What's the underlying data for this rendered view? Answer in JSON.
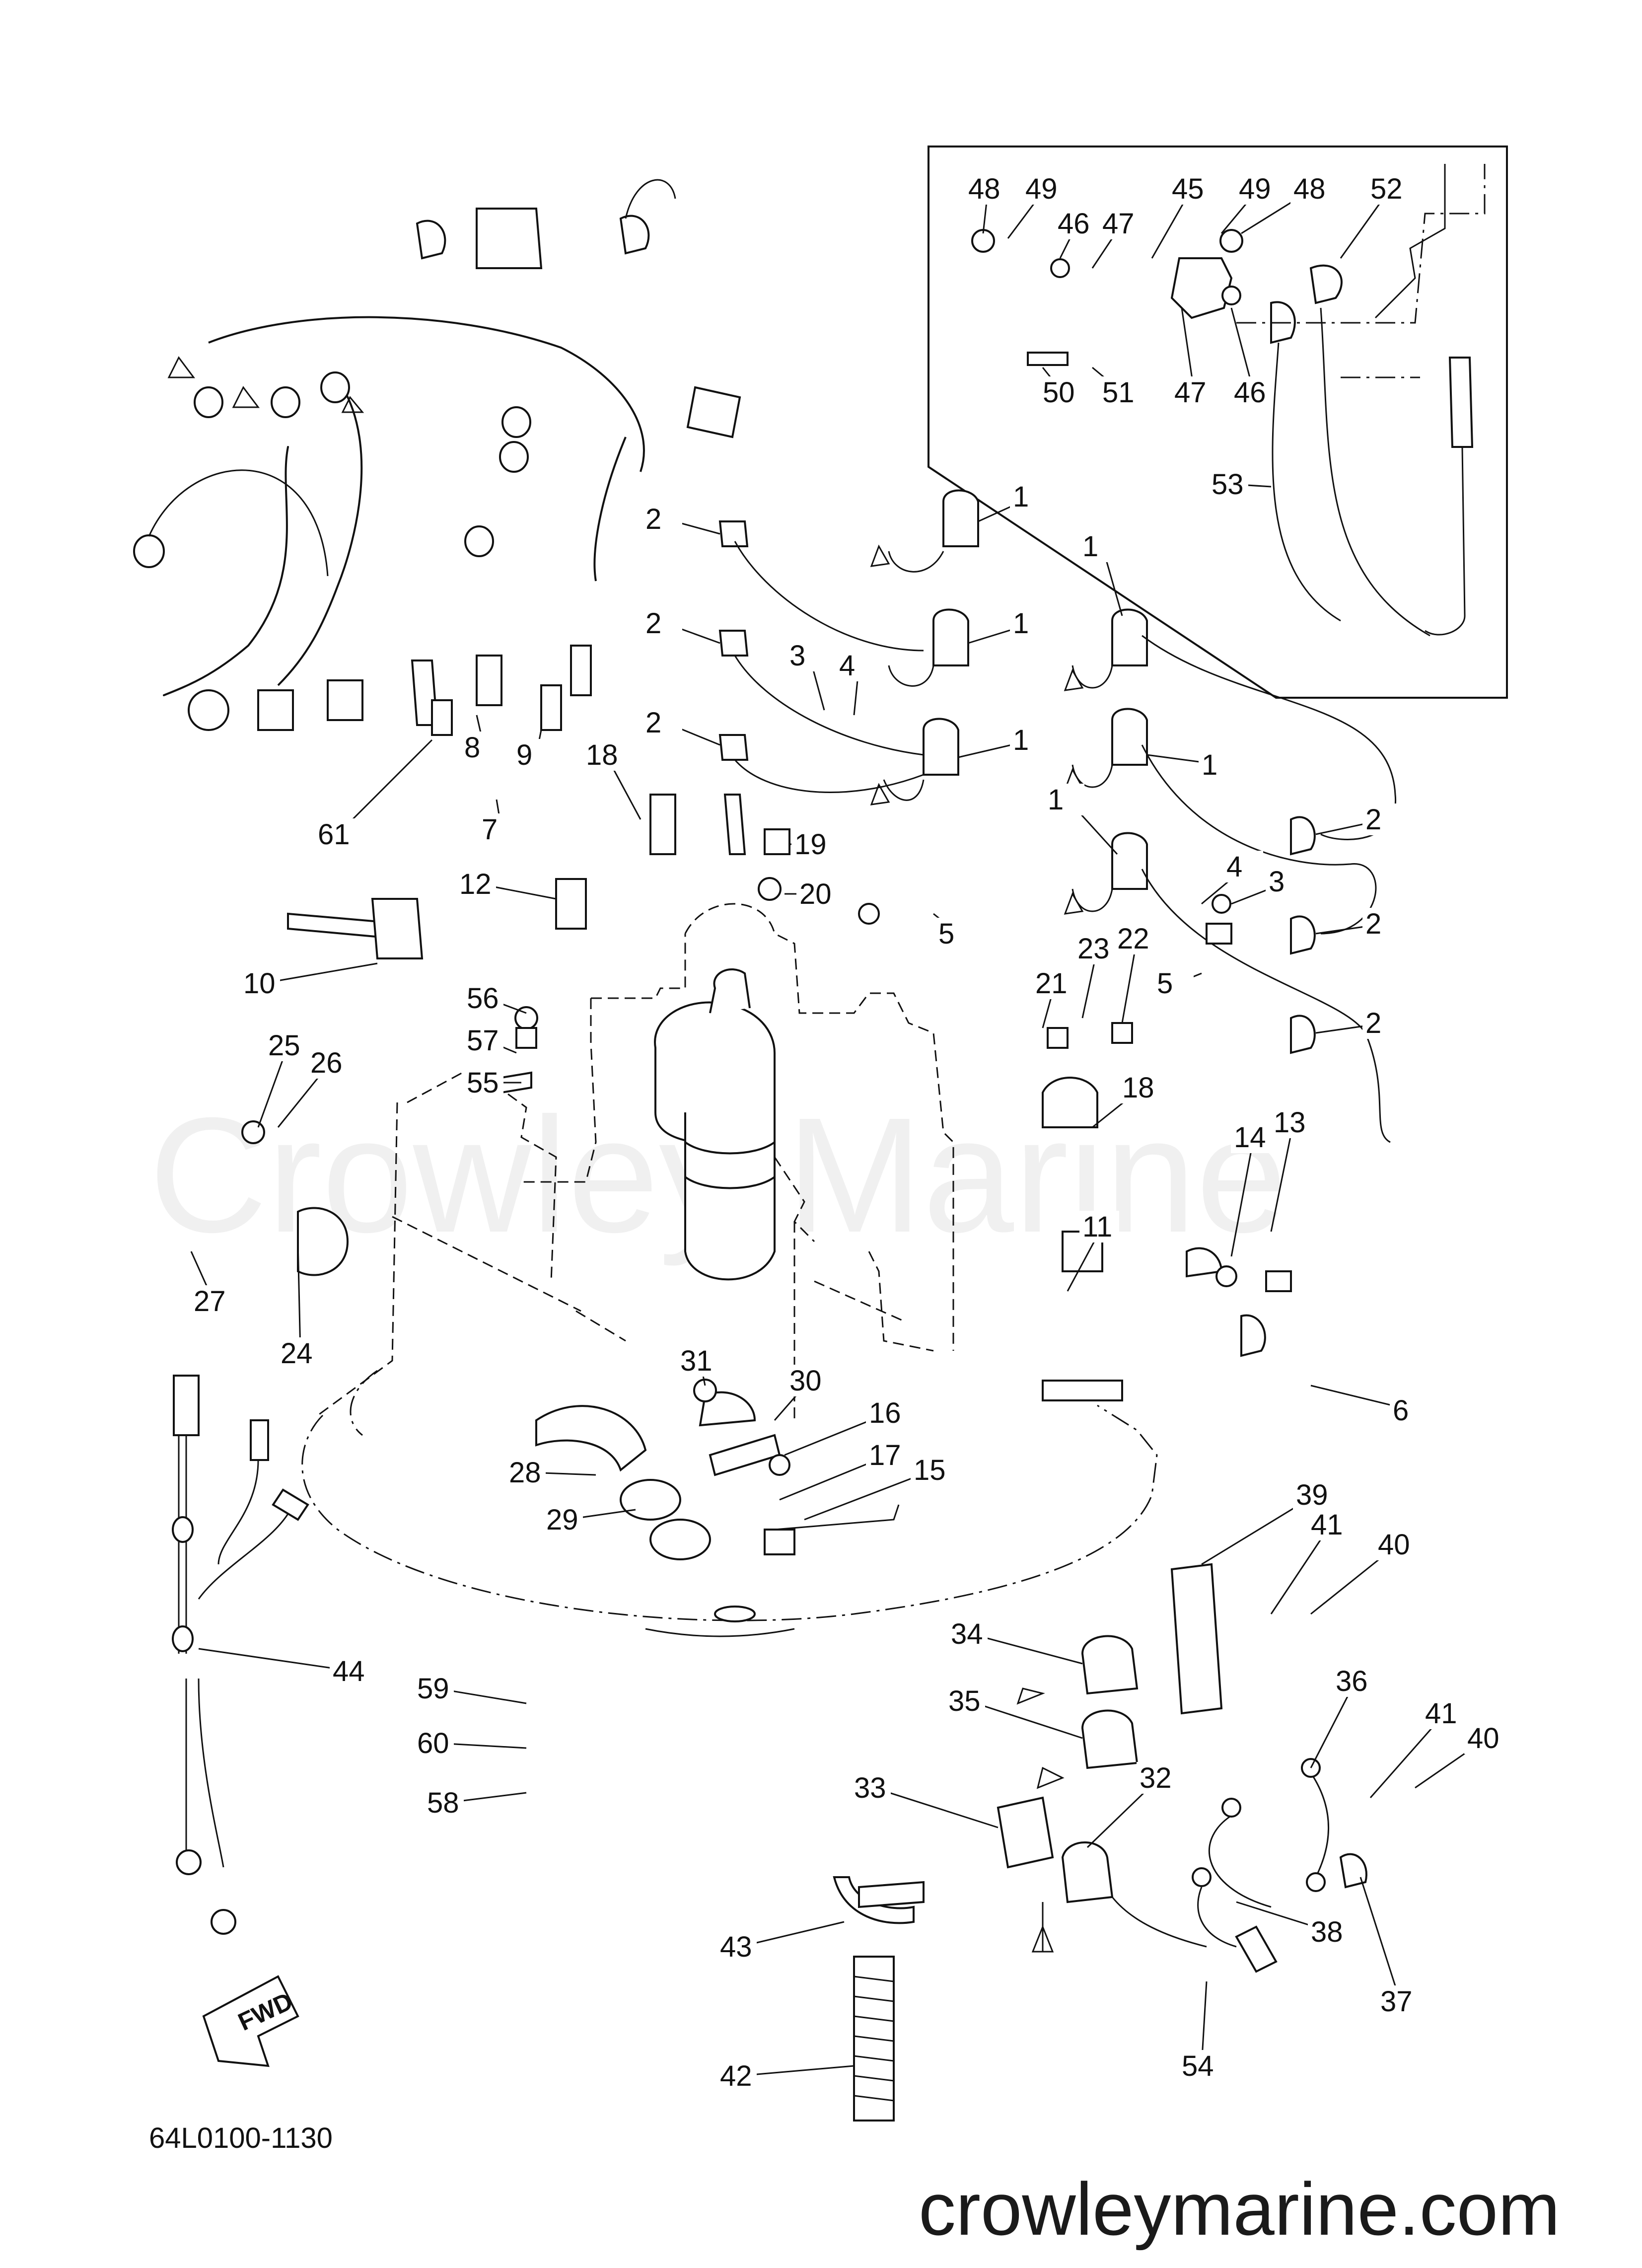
{
  "diagram": {
    "figure_code": "64L0100-1130",
    "watermark": "Crowley Marine",
    "site_url": "crowleymarine.com",
    "fwd_label": "FWD"
  },
  "callouts": [
    {
      "id": "c1a",
      "label": "1"
    },
    {
      "id": "c1b",
      "label": "1"
    },
    {
      "id": "c1c",
      "label": "1"
    },
    {
      "id": "c1d",
      "label": "1"
    },
    {
      "id": "c1e",
      "label": "1"
    },
    {
      "id": "c1f",
      "label": "1"
    },
    {
      "id": "c2a",
      "label": "2"
    },
    {
      "id": "c2b",
      "label": "2"
    },
    {
      "id": "c2c",
      "label": "2"
    },
    {
      "id": "c2d",
      "label": "2"
    },
    {
      "id": "c2e",
      "label": "2"
    },
    {
      "id": "c2f",
      "label": "2"
    },
    {
      "id": "c3a",
      "label": "3"
    },
    {
      "id": "c3b",
      "label": "3"
    },
    {
      "id": "c4a",
      "label": "4"
    },
    {
      "id": "c4b",
      "label": "4"
    },
    {
      "id": "c5a",
      "label": "5"
    },
    {
      "id": "c5b",
      "label": "5"
    },
    {
      "id": "c6",
      "label": "6"
    },
    {
      "id": "c7",
      "label": "7"
    },
    {
      "id": "c8",
      "label": "8"
    },
    {
      "id": "c9",
      "label": "9"
    },
    {
      "id": "c10",
      "label": "10"
    },
    {
      "id": "c11",
      "label": "11"
    },
    {
      "id": "c12",
      "label": "12"
    },
    {
      "id": "c13",
      "label": "13"
    },
    {
      "id": "c14",
      "label": "14"
    },
    {
      "id": "c15",
      "label": "15"
    },
    {
      "id": "c16",
      "label": "16"
    },
    {
      "id": "c17",
      "label": "17"
    },
    {
      "id": "c18a",
      "label": "18"
    },
    {
      "id": "c18b",
      "label": "18"
    },
    {
      "id": "c19",
      "label": "19"
    },
    {
      "id": "c20",
      "label": "20"
    },
    {
      "id": "c21",
      "label": "21"
    },
    {
      "id": "c22",
      "label": "22"
    },
    {
      "id": "c23",
      "label": "23"
    },
    {
      "id": "c24",
      "label": "24"
    },
    {
      "id": "c25",
      "label": "25"
    },
    {
      "id": "c26",
      "label": "26"
    },
    {
      "id": "c27",
      "label": "27"
    },
    {
      "id": "c28",
      "label": "28"
    },
    {
      "id": "c29",
      "label": "29"
    },
    {
      "id": "c30",
      "label": "30"
    },
    {
      "id": "c31",
      "label": "31"
    },
    {
      "id": "c32",
      "label": "32"
    },
    {
      "id": "c33",
      "label": "33"
    },
    {
      "id": "c34",
      "label": "34"
    },
    {
      "id": "c35",
      "label": "35"
    },
    {
      "id": "c36",
      "label": "36"
    },
    {
      "id": "c37",
      "label": "37"
    },
    {
      "id": "c38",
      "label": "38"
    },
    {
      "id": "c39",
      "label": "39"
    },
    {
      "id": "c40a",
      "label": "40"
    },
    {
      "id": "c40b",
      "label": "40"
    },
    {
      "id": "c41a",
      "label": "41"
    },
    {
      "id": "c41b",
      "label": "41"
    },
    {
      "id": "c42",
      "label": "42"
    },
    {
      "id": "c43",
      "label": "43"
    },
    {
      "id": "c44",
      "label": "44"
    },
    {
      "id": "c45",
      "label": "45"
    },
    {
      "id": "c46a",
      "label": "46"
    },
    {
      "id": "c46b",
      "label": "46"
    },
    {
      "id": "c47a",
      "label": "47"
    },
    {
      "id": "c47b",
      "label": "47"
    },
    {
      "id": "c48a",
      "label": "48"
    },
    {
      "id": "c48b",
      "label": "48"
    },
    {
      "id": "c49a",
      "label": "49"
    },
    {
      "id": "c49b",
      "label": "49"
    },
    {
      "id": "c50",
      "label": "50"
    },
    {
      "id": "c51",
      "label": "51"
    },
    {
      "id": "c52",
      "label": "52"
    },
    {
      "id": "c53",
      "label": "53"
    },
    {
      "id": "c54",
      "label": "54"
    },
    {
      "id": "c55",
      "label": "55"
    },
    {
      "id": "c56",
      "label": "56"
    },
    {
      "id": "c57",
      "label": "57"
    },
    {
      "id": "c58",
      "label": "58"
    },
    {
      "id": "c59",
      "label": "59"
    },
    {
      "id": "c60",
      "label": "60"
    },
    {
      "id": "c61",
      "label": "61"
    }
  ]
}
